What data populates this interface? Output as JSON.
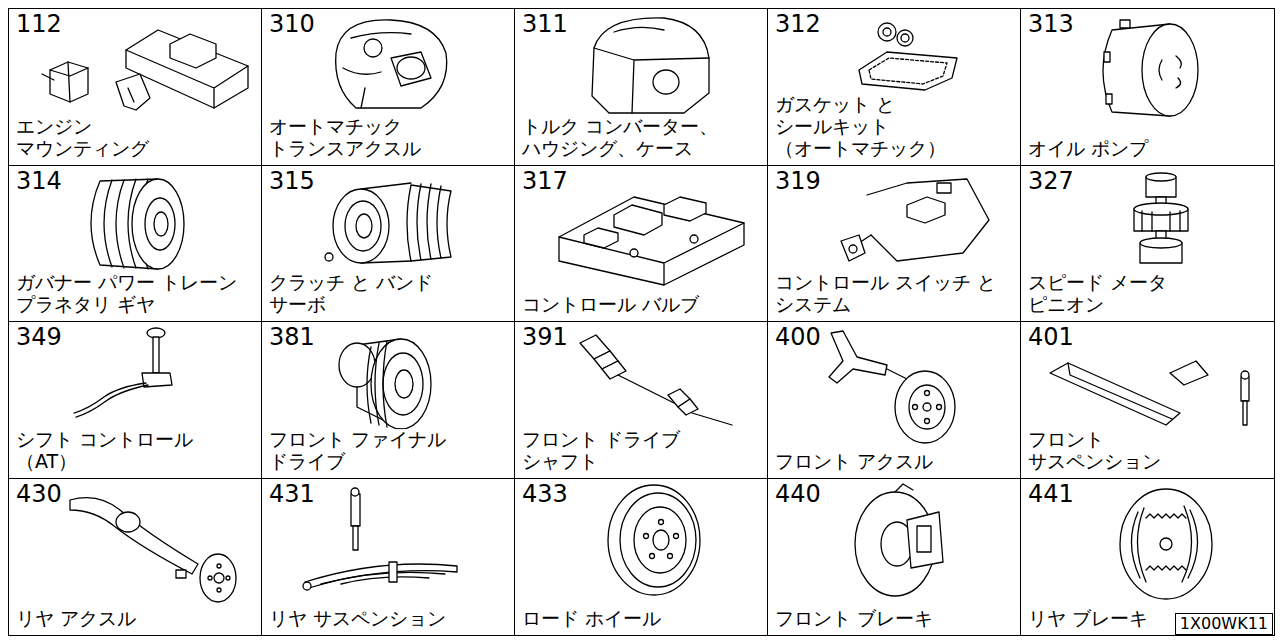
{
  "diagram": {
    "nodes": [
      {
        "text": [
          "112",
          "エンジン マウンティング"
        ]
      },
      {
        "text": [
          "310",
          "オートマチック トランスアクスル"
        ]
      },
      {
        "text": [
          "311",
          "トルク コンバーター、 ハウジング、ケース"
        ]
      },
      {
        "text": [
          "312",
          "ガスケット と シールキット （オートマチック）"
        ]
      },
      {
        "text": [
          "313",
          "オイル ポンプ"
        ]
      },
      {
        "text": [
          "314",
          "ガバナー パワー トレーン プラネタリ ギヤ"
        ]
      },
      {
        "text": [
          "315",
          "クラッチ と バンド サーボ"
        ]
      },
      {
        "text": [
          "317",
          "コントロール バルブ"
        ]
      },
      {
        "text": [
          "319",
          "コントロール スイッチ と システム"
        ]
      },
      {
        "text": [
          "327",
          "スピード メータ ピニオン"
        ]
      },
      {
        "text": [
          "349",
          "シフト コントロール （AT）"
        ]
      },
      {
        "text": [
          "381",
          "フロント ファイナル ドライブ"
        ]
      },
      {
        "text": [
          "391",
          "フロント ドライブ シャフト"
        ]
      },
      {
        "text": [
          "400",
          "フロント アクスル"
        ]
      },
      {
        "text": [
          "401",
          "フロント サスペンション"
        ]
      },
      {
        "text": [
          "430",
          "リヤ アクスル"
        ]
      },
      {
        "text": [
          "431",
          "リヤ サスペンション"
        ]
      },
      {
        "text": [
          "433",
          "ロード ホイール"
        ]
      },
      {
        "text": [
          "440",
          "フロント ブレーキ"
        ]
      },
      {
        "text": [
          "441",
          "リヤ ブレーキ"
        ]
      }
    ],
    "labels": [
      "1X00WK11"
    ]
  }
}
